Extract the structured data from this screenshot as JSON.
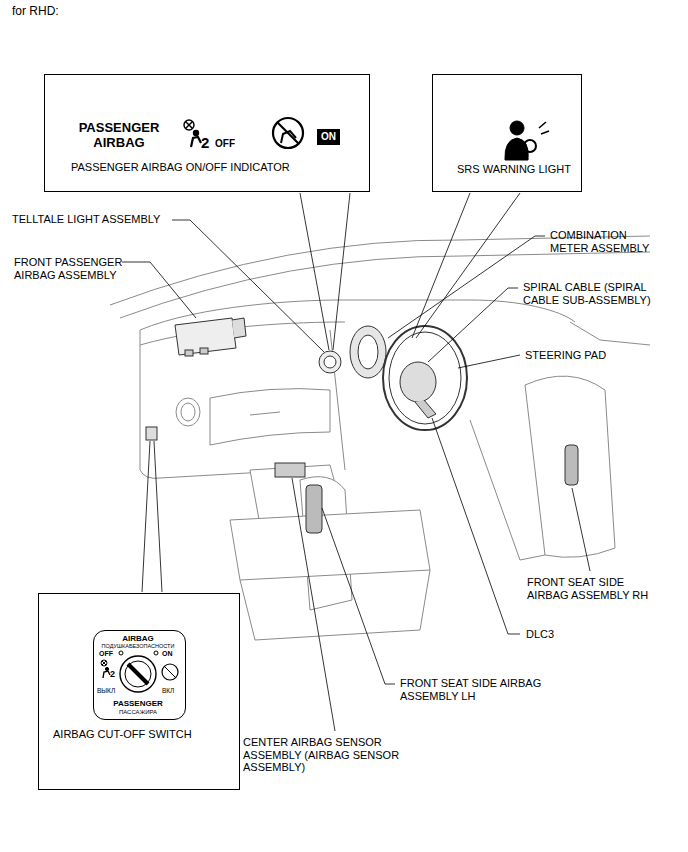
{
  "diagram": {
    "title": "for RHD:",
    "nodes": [
      {
        "text": [
          "PASSENGER AIRBAG",
          "2",
          "OFF",
          "PASSENGER AIRBAG ON/OFF INDICATOR"
        ]
      },
      {
        "text": [
          "ON"
        ],
        "in": 0
      },
      {
        "text": [
          "SRS WARNING LIGHT"
        ]
      },
      {
        "text": [
          "AIRBAG CUT-OFF SWITCH"
        ]
      },
      {
        "text": [
          "AIRBAG",
          "ПОДУШКАБЕЗОПАСНОСТИ",
          "OFF",
          "ON",
          "2",
          "ВЫКЛ",
          "ВКЛ",
          "PASSENGER",
          "ПАССАЖИРА"
        ],
        "in": 3
      }
    ],
    "labels": [
      "TELLTALE LIGHT ASSEMBLY",
      "FRONT PASSENGER AIRBAG ASSEMBLY",
      "COMBINATION METER ASSEMBLY",
      "SPIRAL CABLE (SPIRAL CABLE SUB-ASSEMBLY)",
      "STEERING PAD",
      "FRONT SEAT SIDE AIRBAG ASSEMBLY RH",
      "DLC3",
      "FRONT SEAT SIDE AIRBAG ASSEMBLY LH",
      "CENTER AIRBAG SENSOR ASSEMBLY (AIRBAG SENSOR ASSEMBLY)"
    ]
  }
}
